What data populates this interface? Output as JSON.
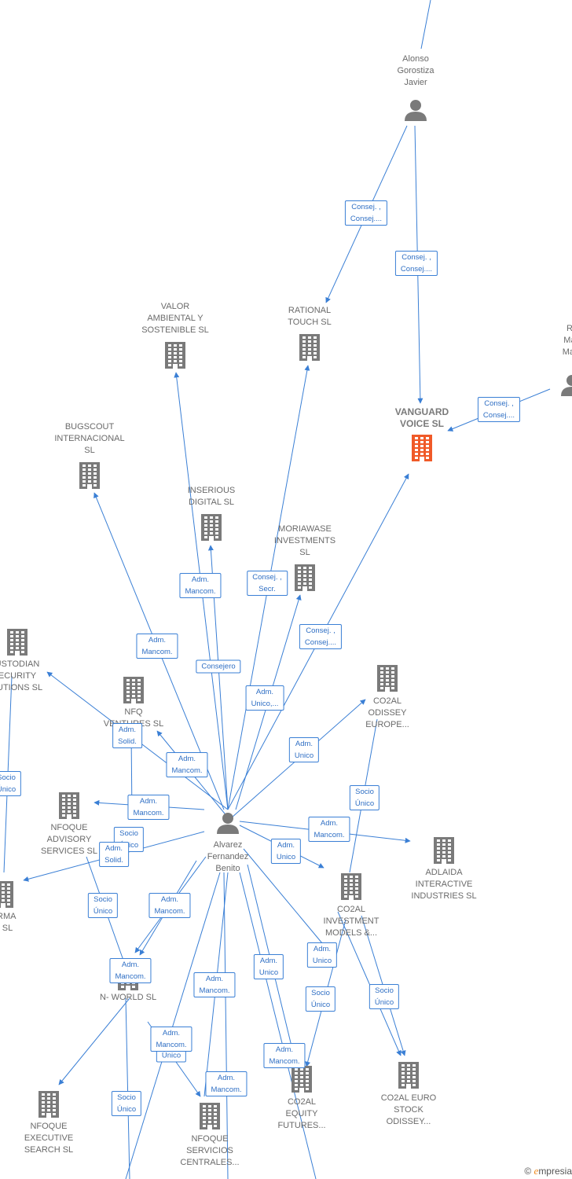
{
  "colors": {
    "edge": "#3a7fd5",
    "node": "#7a7a7a",
    "focus": "#f05a28"
  },
  "nodes": [
    {
      "id": "alonso",
      "kind": "person",
      "label": "Alonso\nGorostiza\nJavier"
    },
    {
      "id": "ro",
      "kind": "person",
      "label": "Ro\nMag\nMarti"
    },
    {
      "id": "vanguard",
      "kind": "company",
      "focus": true,
      "label": "VANGUARD\nVOICE  SL"
    },
    {
      "id": "rational",
      "kind": "company",
      "label": "RATIONAL\nTOUCH  SL"
    },
    {
      "id": "valor",
      "kind": "company",
      "label": "VALOR\nAMBIENTAL Y\nSOSTENIBLE  SL"
    },
    {
      "id": "bugscout",
      "kind": "company",
      "label": "BUGSCOUT\nINTERNACIONAL\nSL"
    },
    {
      "id": "inserious",
      "kind": "company",
      "label": "INSERIOUS\nDIGITAL  SL"
    },
    {
      "id": "moriawase",
      "kind": "company",
      "label": "MORIAWASE\nINVESTMENTS\nSL"
    },
    {
      "id": "custodian",
      "kind": "company",
      "label": "USTODIAN\nECURITY\nLUTIONS  SL"
    },
    {
      "id": "nfq",
      "kind": "company",
      "label": "NFQ\nVENTURES  SL"
    },
    {
      "id": "co2al_odissey",
      "kind": "company",
      "label": "CO2AL\nODISSEY\nEUROPE..."
    },
    {
      "id": "alvarez",
      "kind": "person",
      "label": "Alvarez\nFernandez\nBenito"
    },
    {
      "id": "nfoque_adv",
      "kind": "company",
      "label": "NFOQUE\nADVISORY\nSERVICES SL"
    },
    {
      "id": "adlaida",
      "kind": "company",
      "label": "ADLAIDA\nINTERACTIVE\nINDUSTRIES  SL"
    },
    {
      "id": "forma",
      "kind": "company",
      "label": "ORMA\nU  SL"
    },
    {
      "id": "co2al_inv",
      "kind": "company",
      "label": "CO2AL\nINVESTMENT\nMODELS &..."
    },
    {
      "id": "nworld",
      "kind": "company",
      "label": "N- WORLD  SL"
    },
    {
      "id": "nfoque_exec",
      "kind": "company",
      "label": "NFOQUE\nEXECUTIVE\nSEARCH SL"
    },
    {
      "id": "nfoque_serv",
      "kind": "company",
      "label": "NFOQUE\nSERVICIOS\nCENTRALES..."
    },
    {
      "id": "co2al_equity",
      "kind": "company",
      "label": "CO2AL\nEQUITY\nFUTURES..."
    },
    {
      "id": "co2al_euro",
      "kind": "company",
      "label": "CO2AL EURO\nSTOCK\nODISSEY..."
    }
  ],
  "relations": [
    {
      "label": "Consej. ,\nConsej...."
    },
    {
      "label": "Consej. ,\nConsej...."
    },
    {
      "label": "Consej. ,\nConsej...."
    },
    {
      "label": "Adm.\nMancom."
    },
    {
      "label": "Consej. ,\nSecr."
    },
    {
      "label": "Consej. ,\nConsej...."
    },
    {
      "label": "Adm.\nMancom."
    },
    {
      "label": "Consejero"
    },
    {
      "label": "Adm.\nUnico,..."
    },
    {
      "label": "Adm.\nSolid."
    },
    {
      "label": "Adm.\nMancom."
    },
    {
      "label": "Adm.\nUnico"
    },
    {
      "label": "Socio\nÚnico"
    },
    {
      "label": "Socio\nÚnico"
    },
    {
      "label": "Adm.\nMancom."
    },
    {
      "label": "Adm.\nMancom."
    },
    {
      "label": "Socio\nÚnico"
    },
    {
      "label": "Adm.\nSolid."
    },
    {
      "label": "Adm.\nUnico"
    },
    {
      "label": "Socio\nÚnico"
    },
    {
      "label": "Adm.\nMancom."
    },
    {
      "label": "Adm.\nMancom."
    },
    {
      "label": "Adm.\nUnico"
    },
    {
      "label": "Adm.\nUnico"
    },
    {
      "label": "Adm.\nMancom."
    },
    {
      "label": "Socio\nÚnico"
    },
    {
      "label": "Socio\nÚnico"
    },
    {
      "label": "Adm.\nMancom."
    },
    {
      "label": "Único"
    },
    {
      "label": "Adm.\nMancom."
    },
    {
      "label": "Adm.\nMancom."
    },
    {
      "label": "Socio\nÚnico"
    }
  ],
  "footer": {
    "copyright": "©",
    "brand": "mpresia",
    "brand_initial": "e"
  }
}
